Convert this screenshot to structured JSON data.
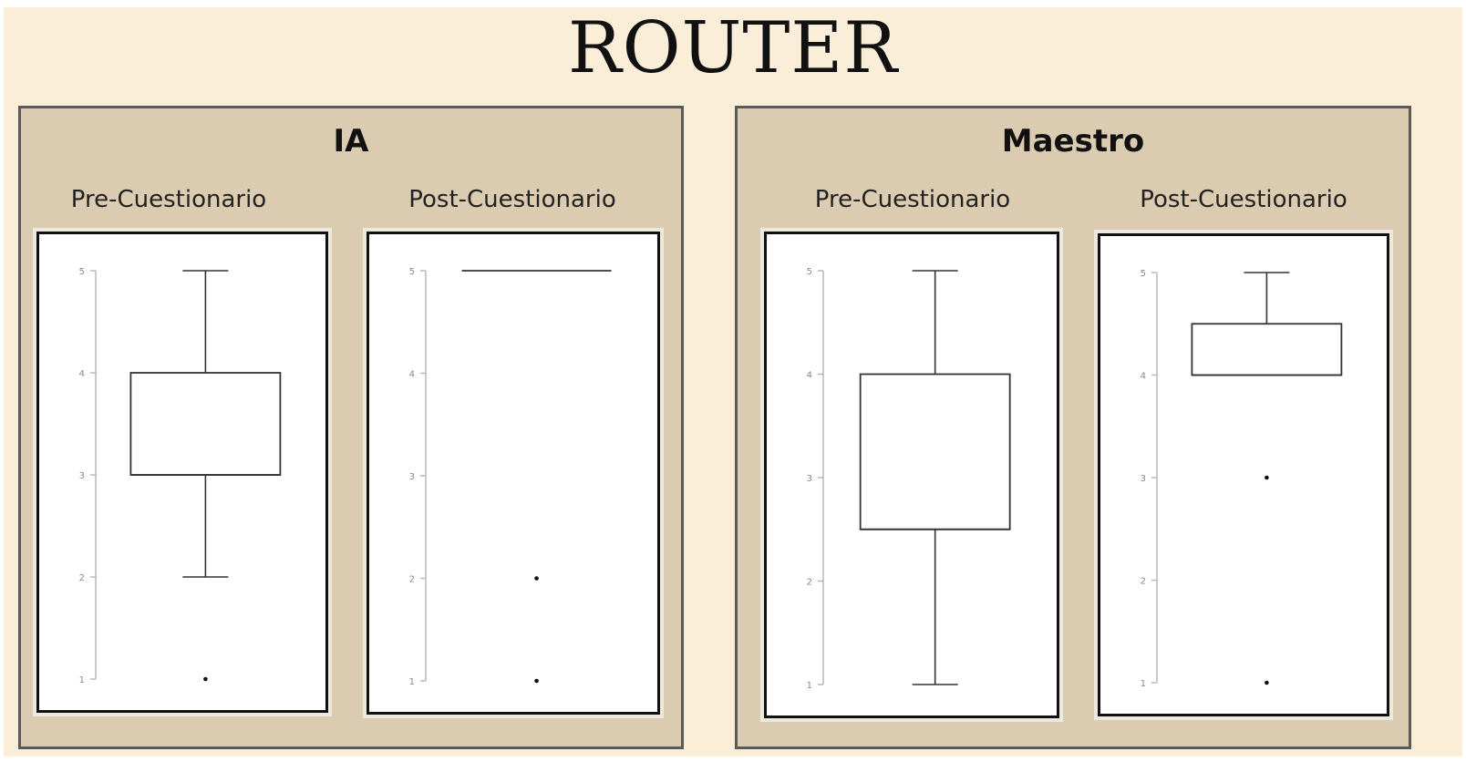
{
  "title": "ROUTER",
  "colors": {
    "background": "#fbeed8",
    "panel": "#dbcbb0",
    "panel_border": "#5a5a5a",
    "plot_border": "#111111",
    "axis": "#b8b8b8",
    "box_stroke": "#333333"
  },
  "groups": [
    {
      "title": "IA"
    },
    {
      "title": "Maestro"
    }
  ],
  "chart_data": [
    {
      "type": "box",
      "group": "IA",
      "title": "Pre-Cuestionario",
      "ylim": [
        1,
        5
      ],
      "yticks": [
        1,
        2,
        3,
        4,
        5
      ],
      "box": {
        "whisker_low": 2,
        "q1": 3,
        "median": 3,
        "q3": 4,
        "whisker_high": 5,
        "outliers": [
          1
        ]
      }
    },
    {
      "type": "box",
      "group": "IA",
      "title": "Post-Cuestionario",
      "ylim": [
        1,
        5
      ],
      "yticks": [
        1,
        2,
        3,
        4,
        5
      ],
      "box": {
        "whisker_low": 5,
        "q1": 5,
        "median": 5,
        "q3": 5,
        "whisker_high": 5,
        "outliers": [
          2,
          1
        ]
      }
    },
    {
      "type": "box",
      "group": "Maestro",
      "title": "Pre-Cuestionario",
      "ylim": [
        1,
        5
      ],
      "yticks": [
        1,
        2,
        3,
        4,
        5
      ],
      "box": {
        "whisker_low": 1,
        "q1": 2.5,
        "median": 2.5,
        "q3": 4,
        "whisker_high": 5,
        "outliers": []
      }
    },
    {
      "type": "box",
      "group": "Maestro",
      "title": "Post-Cuestionario",
      "ylim": [
        1,
        5
      ],
      "yticks": [
        1,
        2,
        3,
        4,
        5
      ],
      "box": {
        "whisker_low": 4,
        "q1": 4,
        "median": 4,
        "q3": 4.5,
        "whisker_high": 5,
        "outliers": [
          3,
          1
        ]
      }
    }
  ]
}
